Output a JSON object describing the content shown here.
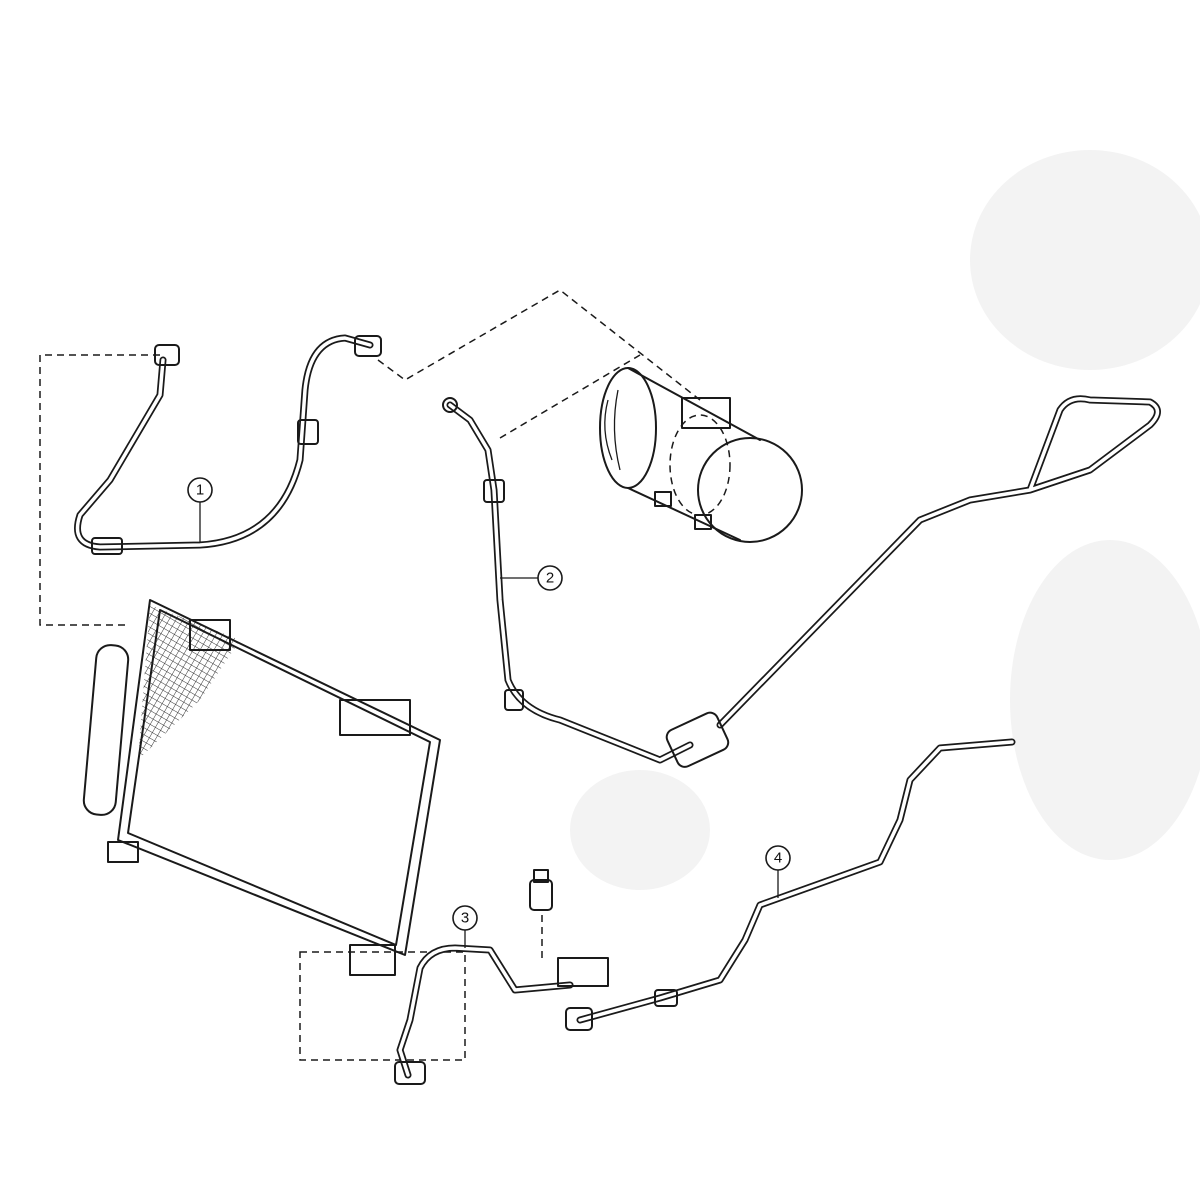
{
  "diagram": {
    "callouts": [
      {
        "label": "1",
        "part": "hose-1"
      },
      {
        "label": "2",
        "part": "hose-2"
      },
      {
        "label": "3",
        "part": "tube-3"
      },
      {
        "label": "4",
        "part": "tube-4"
      }
    ]
  }
}
